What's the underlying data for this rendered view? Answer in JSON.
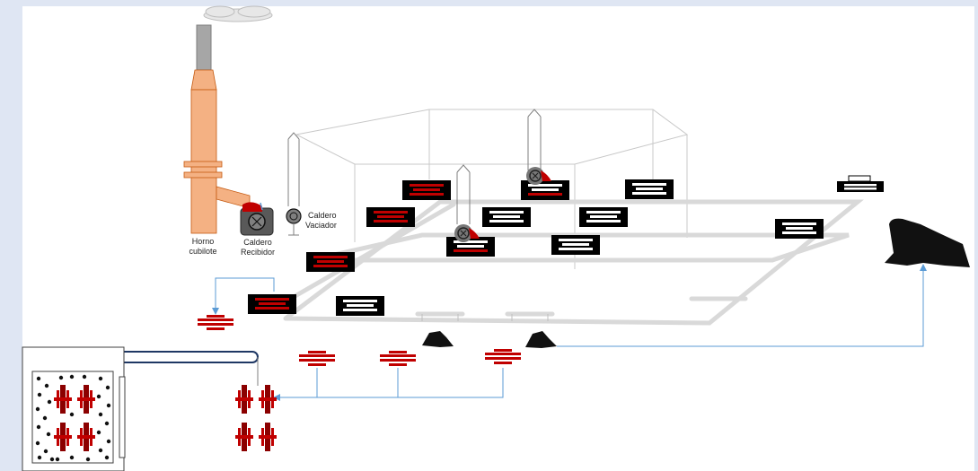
{
  "labels": {
    "furnace_line1": "Horno",
    "furnace_line2": "cubilote",
    "receiver_line1": "Caldero",
    "receiver_line2": "Recibidor",
    "pourer_line1": "Caldero",
    "pourer_line2": "Vaciador"
  },
  "colors": {
    "background": "#dfe6f3",
    "panel": "#ffffff",
    "furnace": "#f4b183",
    "mold_red": "#c00000",
    "rail": "#d9d9d9",
    "conveyor": "#1f3864",
    "arrow": "#5b9bd5",
    "casting": "#111111"
  },
  "icons": [
    "smoke-cloud-icon",
    "chimney-icon",
    "ladle-icon",
    "crane-hook-icon",
    "mold-icon",
    "casting-pile-icon",
    "shakeout-grid-icon"
  ]
}
